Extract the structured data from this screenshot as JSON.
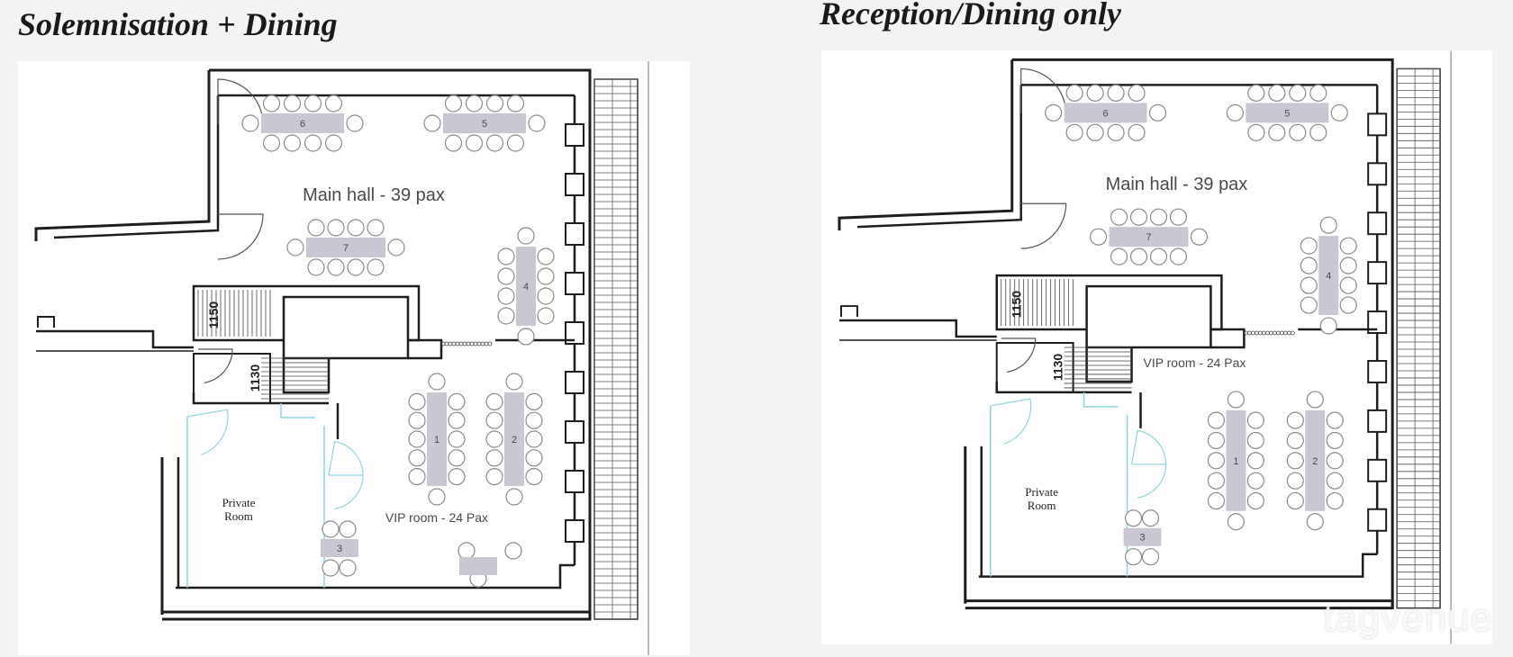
{
  "panels": [
    {
      "title": "Solemnisation + Dining",
      "main_hall_label": "Main hall - 39 pax",
      "vip_label": "VIP room - 24 Pax",
      "private_label_1": "Private",
      "private_label_2": "Room",
      "stair_dim_1": "1150",
      "stair_dim_2": "1130",
      "tables": [
        "6",
        "5",
        "7",
        "4",
        "1",
        "2",
        "3"
      ]
    },
    {
      "title": "Reception/Dining only",
      "main_hall_label": "Main hall - 39 pax",
      "vip_label": "VIP room - 24 Pax",
      "private_label_1": "Private",
      "private_label_2": "Room",
      "stair_dim_1": "1150",
      "stair_dim_2": "1130",
      "tables": [
        "6",
        "5",
        "7",
        "4",
        "1",
        "2",
        "3"
      ]
    }
  ],
  "watermark": "tagvenue",
  "colors": {
    "table_fill": "#c9c7d2",
    "wall": "#1e1e1e",
    "glass": "#8fd3dd",
    "chair": "#8a8a8a",
    "background": "#f3f3f3"
  }
}
